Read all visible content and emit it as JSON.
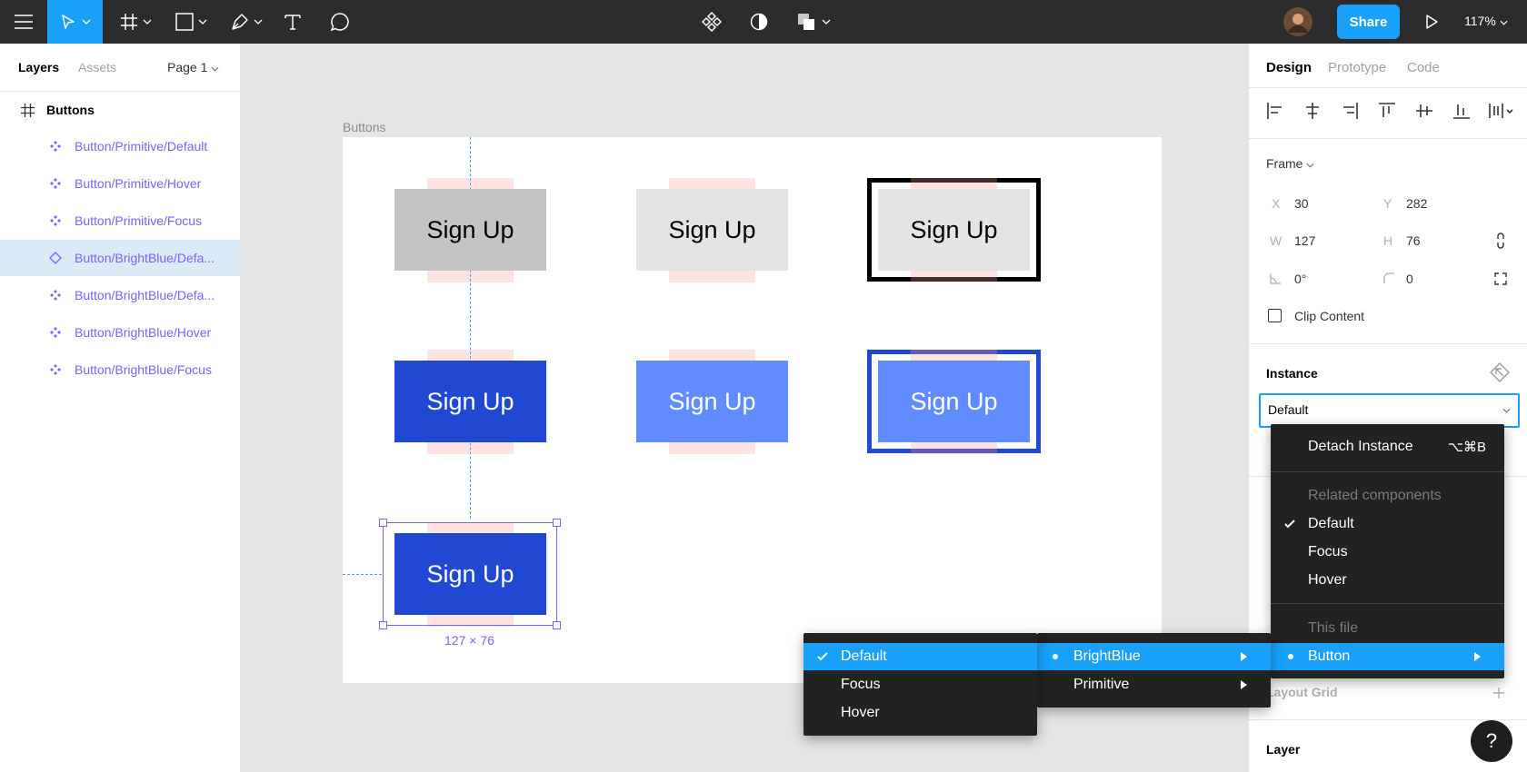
{
  "toolbar": {
    "zoom": "117%",
    "share_label": "Share"
  },
  "left_panel": {
    "tabs": {
      "layers": "Layers",
      "assets": "Assets",
      "page": "Page 1"
    },
    "frame_name": "Buttons",
    "layers": [
      "Button/Primitive/Default",
      "Button/Primitive/Hover",
      "Button/Primitive/Focus",
      "Button/BrightBlue/Defa...",
      "Button/BrightBlue/Defa...",
      "Button/BrightBlue/Hover",
      "Button/BrightBlue/Focus"
    ]
  },
  "canvas": {
    "frame_label": "Buttons",
    "button_text": "Sign Up",
    "selection_size": "127 × 76"
  },
  "right_panel": {
    "tabs": {
      "design": "Design",
      "prototype": "Prototype",
      "code": "Code"
    },
    "frame_label": "Frame",
    "x_label": "X",
    "x_value": "30",
    "y_label": "Y",
    "y_value": "282",
    "w_label": "W",
    "w_value": "127",
    "h_label": "H",
    "h_value": "76",
    "rotation": "0°",
    "radius": "0",
    "clip_content": "Clip Content",
    "instance_heading": "Instance",
    "instance_value": "Default",
    "layout_grid": "Layout Grid",
    "layer_heading": "Layer"
  },
  "context_menu": {
    "detach": "Detach Instance",
    "detach_shortcut": "⌥⌘B",
    "related_heading": "Related components",
    "related": [
      "Default",
      "Focus",
      "Hover"
    ],
    "this_file_heading": "This file",
    "this_file_item": "Button"
  },
  "submenu_groups": [
    "BrightBlue",
    "Primitive"
  ],
  "submenu_variants": [
    "Default",
    "Focus",
    "Hover"
  ],
  "help": "?",
  "colors": {
    "accent": "#18a0fb",
    "component_purple": "#7b61ff",
    "primitive_default": "#c4c4c4",
    "primitive_hover": "#e4e4e4",
    "brightblue_default": "#2148d2",
    "brightblue_hover": "#618cff"
  }
}
